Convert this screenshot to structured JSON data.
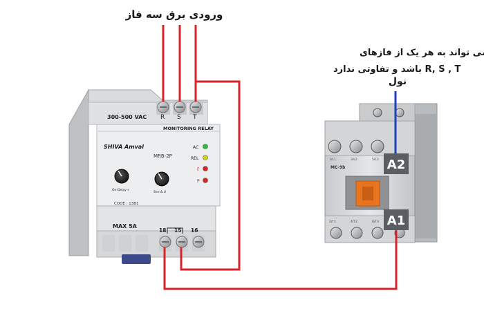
{
  "annotations": {
    "three_phase_input": "ورودی برق سه فاز",
    "connection_note_line1": "این اتصال می تواند به هر یک از  فازهای",
    "connection_note_line2": "R, S , T باشد و تفاوتی ندارد",
    "neutral": "نول"
  },
  "relay": {
    "voltage_label": "300-500 VAC",
    "terminal_R": "R",
    "terminal_S": "S",
    "terminal_T": "T",
    "title": "MONITORING RELAY",
    "brand": "SHIVA Amval",
    "model": "MRB-2P",
    "led_ac": "AC",
    "led_rel": "REL",
    "led_f": "F",
    "led_p": "P",
    "knob_on_delay": "On-Delay s",
    "knob_sen": "Sen-Δ U",
    "code": "CODE : 13B1",
    "max_current": "MAX 5A",
    "terminal_18": "18",
    "terminal_15": "15",
    "terminal_16": "16"
  },
  "contactor": {
    "coil_a2": "A2",
    "coil_a1": "A1",
    "model": "MC-9b",
    "top_terminals": [
      "1/L1",
      "3/L2",
      "5/L3"
    ],
    "bottom_terminals": [
      "2/T1",
      "4/T2",
      "6/T3"
    ]
  },
  "colors": {
    "phase_wire": "#d8232a",
    "neutral_wire": "#1f3fbf",
    "label_box": "#5a5e63",
    "led_green": "#2bbf3a",
    "led_yellow": "#d8d21c",
    "led_red": "#d8232a",
    "actuator": "#e8741e"
  }
}
